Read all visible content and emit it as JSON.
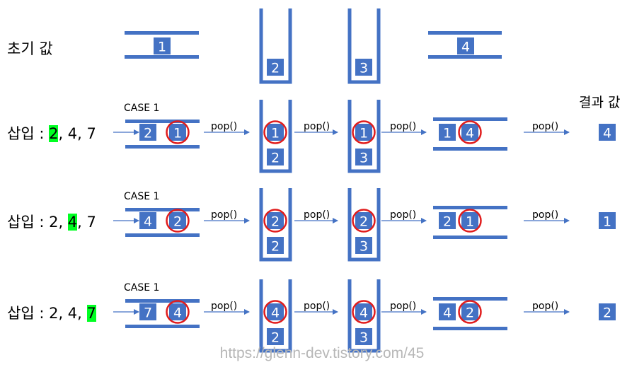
{
  "labels": {
    "initial": "초기 값",
    "result_title": "결과 값",
    "case": "CASE 1",
    "pop": "pop()",
    "footer": "https://glenn-dev.tistory.com/45"
  },
  "colors": {
    "box": "#4472c4",
    "wall": "#4472c4",
    "circle": "#e01c1c",
    "highlight": "#00ff22"
  },
  "initial": {
    "containers": [
      "1",
      "2",
      "3",
      "4"
    ]
  },
  "rows": [
    {
      "prefix": "삽입 : ",
      "before": "",
      "current": "2",
      "after": ", 4, 7",
      "stage1": [
        "2",
        "1"
      ],
      "stack2": [
        "1",
        "2"
      ],
      "stack3": [
        "1",
        "3"
      ],
      "stage4": [
        "1",
        "4"
      ],
      "result": "4"
    },
    {
      "prefix": "삽입 : ",
      "before": "2, ",
      "current": "4",
      "after": ", 7",
      "stage1": [
        "4",
        "2"
      ],
      "stack2": [
        "2",
        "2"
      ],
      "stack3": [
        "2",
        "3"
      ],
      "stage4": [
        "2",
        "1"
      ],
      "result": "1"
    },
    {
      "prefix": "삽입 : ",
      "before": "2, 4, ",
      "current": "7",
      "after": "",
      "stage1": [
        "7",
        "4"
      ],
      "stack2": [
        "4",
        "2"
      ],
      "stack3": [
        "4",
        "3"
      ],
      "stage4": [
        "4",
        "2"
      ],
      "result": "2"
    }
  ]
}
